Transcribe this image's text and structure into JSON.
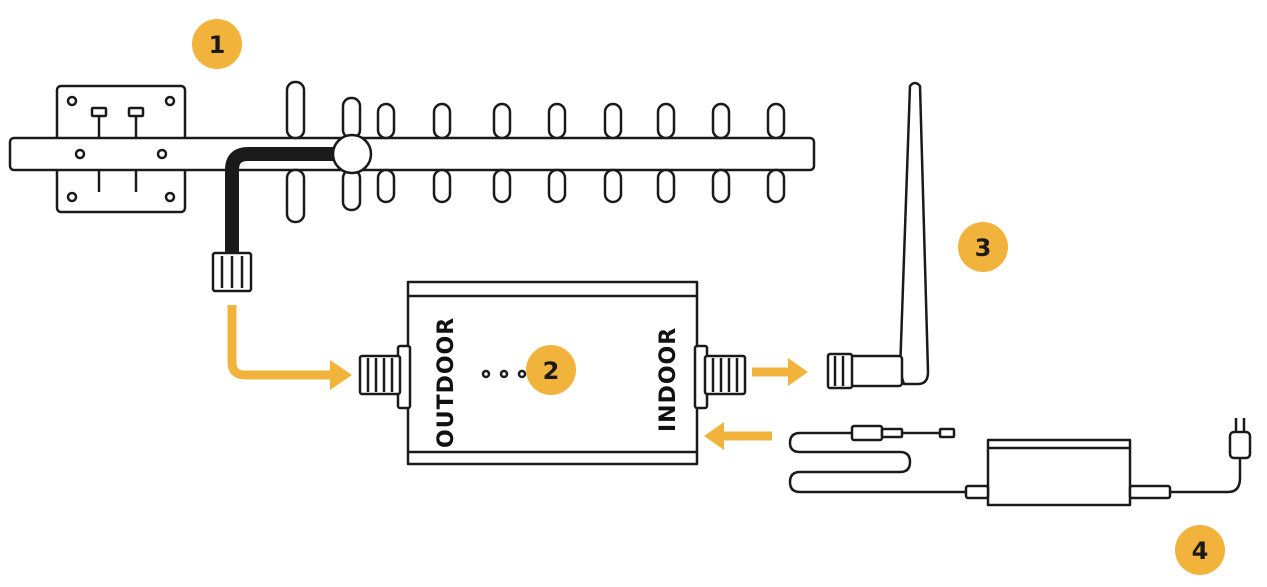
{
  "colors": {
    "accent": "#f2b33d",
    "line": "#1a1a1a",
    "fill": "#ffffff"
  },
  "badges": {
    "one": "1",
    "two": "2",
    "three": "3",
    "four": "4"
  },
  "booster": {
    "outdoor_label": "OUTDOOR",
    "indoor_label": "INDOOR"
  },
  "icons": {
    "yagi_antenna": "yagi-antenna-icon",
    "booster_unit": "signal-booster-icon",
    "whip_antenna": "whip-antenna-icon",
    "power_adapter": "power-adapter-icon",
    "arrow": "arrow-icon"
  }
}
